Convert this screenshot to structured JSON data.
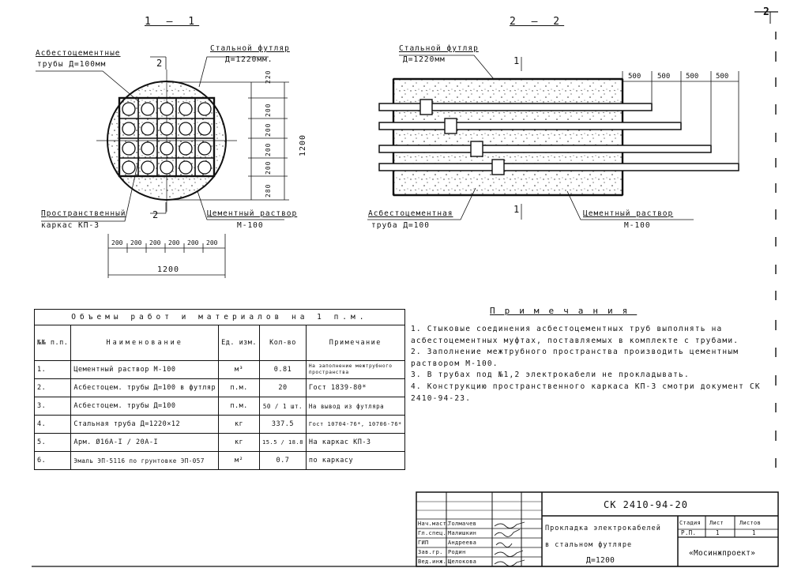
{
  "sheet_number": "2",
  "section_1": {
    "title": "1 — 1",
    "label_pipes_line1": "Асбестоцементные",
    "label_pipes_line2": "трубы Д=100мм",
    "label_case_line1": "Стальной футляр",
    "label_case_line2": "Д=1220мм.",
    "label_frame_line1": "Пространственный",
    "label_frame_line2": "каркас КП-3",
    "label_mortar_line1": "Цементный раствор",
    "label_mortar_line2": "М-100",
    "cut_mark_top": "2",
    "cut_mark_bottom": "2",
    "dim_vertical": [
      "220",
      "200",
      "200",
      "200",
      "200",
      "280"
    ],
    "dim_total_vertical": "1200",
    "dim_horizontal": [
      "200",
      "200",
      "200",
      "200",
      "200",
      "200"
    ],
    "dim_total_horizontal": "1200"
  },
  "section_2": {
    "title": "2 — 2",
    "label_case_line1": "Стальной футляр",
    "label_case_line2": "Д=1220мм",
    "label_pipe_line1": "Асбестоцементная",
    "label_pipe_line2": "труба Д=100",
    "label_mortar_line1": "Цементный раствор",
    "label_mortar_line2": "М-100",
    "cut_mark_top": "1",
    "cut_mark_bottom": "1",
    "dims": [
      "500",
      "500",
      "500",
      "500"
    ]
  },
  "volumes_table": {
    "caption": "Объемы работ и материалов на 1 п.м.",
    "headers": {
      "num": "№№ п.п.",
      "name": "Наименование",
      "unit": "Ед. изм.",
      "qty": "Кол-во",
      "note": "Примечание"
    },
    "rows": [
      {
        "num": "1.",
        "name": "Цементный раствор М-100",
        "unit": "м³",
        "qty": "0.81",
        "note": "На заполнение межтрубного пространства"
      },
      {
        "num": "2.",
        "name": "Асбестоцем. трубы Д=100 в футляр",
        "unit": "п.м.",
        "qty": "20",
        "note": "Гост 1839-80*"
      },
      {
        "num": "3.",
        "name": "Асбестоцем. трубы Д=100",
        "unit": "п.м.",
        "qty": "50 / 1 шт.",
        "note": "На вывод из футляра"
      },
      {
        "num": "4.",
        "name": "Стальная труба Д=1220×12",
        "unit": "кг",
        "qty": "337.5",
        "note": "Гост 10704-76*, 10706-76*"
      },
      {
        "num": "5.",
        "name": "Арм. Ø16A-I / 20A-I",
        "unit": "кг",
        "qty": "15.5 / 18.8",
        "note": "На каркас КП-3"
      },
      {
        "num": "6.",
        "name": "Эмаль ЭП-5116 по грунтовке ЭП-057",
        "unit": "м²",
        "qty": "0.7",
        "note": "по каркасу"
      }
    ]
  },
  "notes": {
    "title": "Примечания",
    "items": [
      "1. Стыковые соединения асбестоцементных труб выполнять на асбестоцементных муфтах, поставляемых в комплекте с трубами.",
      "2. Заполнение межтрубного пространства производить цементным раствором М-100.",
      "3. В трубах под №1,2 электрокабели не прокладывать.",
      "4. Конструкцию пространственного каркаса КП-3 смотри документ СК 2410-94-23."
    ]
  },
  "title_block": {
    "code": "СК 2410-94-20",
    "title_line1": "Прокладка электрокабелей",
    "title_line2": "в стальном футляре",
    "title_line3": "Д=1200",
    "org": "«Мосинжпроект»",
    "stage_label": "Стадия",
    "sheet_label": "Лист",
    "sheets_label": "Листов",
    "stage_value": "Р.П.",
    "sheet_value": "1",
    "sheets_value": "1",
    "staff": [
      {
        "role": "Нач.маст.",
        "name": "Толмачев"
      },
      {
        "role": "Гл.спец.",
        "name": "Малишкин"
      },
      {
        "role": "ГИП",
        "name": "Андреева"
      },
      {
        "role": "Зав.гр.",
        "name": "Родин"
      },
      {
        "role": "Вед.инж.",
        "name": "Щелокова"
      }
    ]
  }
}
